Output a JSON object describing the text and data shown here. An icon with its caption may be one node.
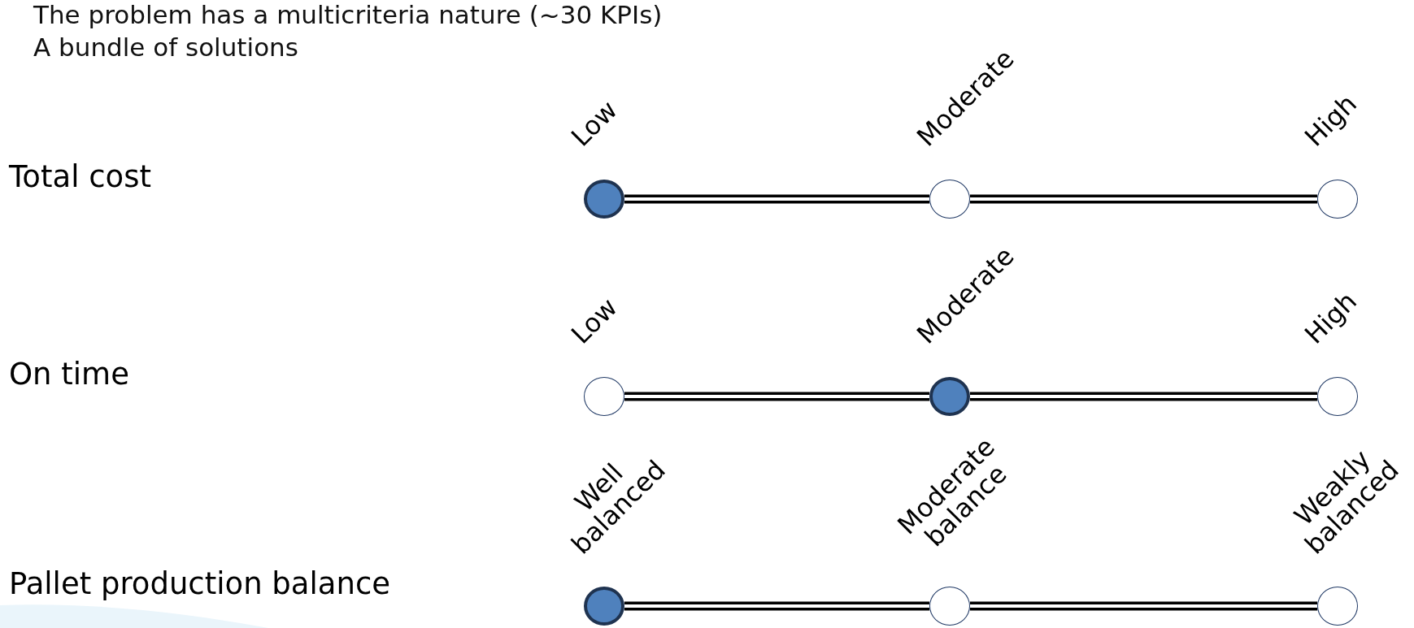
{
  "diagram": {
    "nodes": [
      {
        "text": [],
        "shape": "dot",
        "beside": [
          "Low"
        ]
      },
      {
        "text": [],
        "shape": "circle",
        "beside": [
          "Moderate"
        ]
      },
      {
        "text": [],
        "shape": "circle",
        "beside": [
          "High"
        ]
      },
      {
        "text": [],
        "shape": "circle",
        "beside": [
          "Low"
        ]
      },
      {
        "text": [],
        "shape": "dot",
        "beside": [
          "Moderate"
        ]
      },
      {
        "text": [],
        "shape": "circle",
        "beside": [
          "High"
        ]
      },
      {
        "text": [],
        "shape": "dot",
        "beside": [
          "Well balanced"
        ]
      },
      {
        "text": [],
        "shape": "circle",
        "beside": [
          "Moderate balance"
        ]
      },
      {
        "text": [],
        "shape": "circle",
        "beside": [
          "Weakly balanced"
        ]
      }
    ],
    "edges": [
      {
        "from": 0,
        "to": 1,
        "arrow": "none"
      },
      {
        "from": 1,
        "to": 2,
        "arrow": "none"
      },
      {
        "from": 3,
        "to": 4,
        "arrow": "none"
      },
      {
        "from": 4,
        "to": 5,
        "arrow": "none"
      },
      {
        "from": 6,
        "to": 7,
        "arrow": "none"
      },
      {
        "from": 7,
        "to": 8,
        "arrow": "none"
      }
    ],
    "labels": [
      "The problem has a multicriteria nature (~30 KPIs)",
      "A bundle of solutions",
      "Total cost",
      "On time",
      "Pallet production balance"
    ]
  }
}
